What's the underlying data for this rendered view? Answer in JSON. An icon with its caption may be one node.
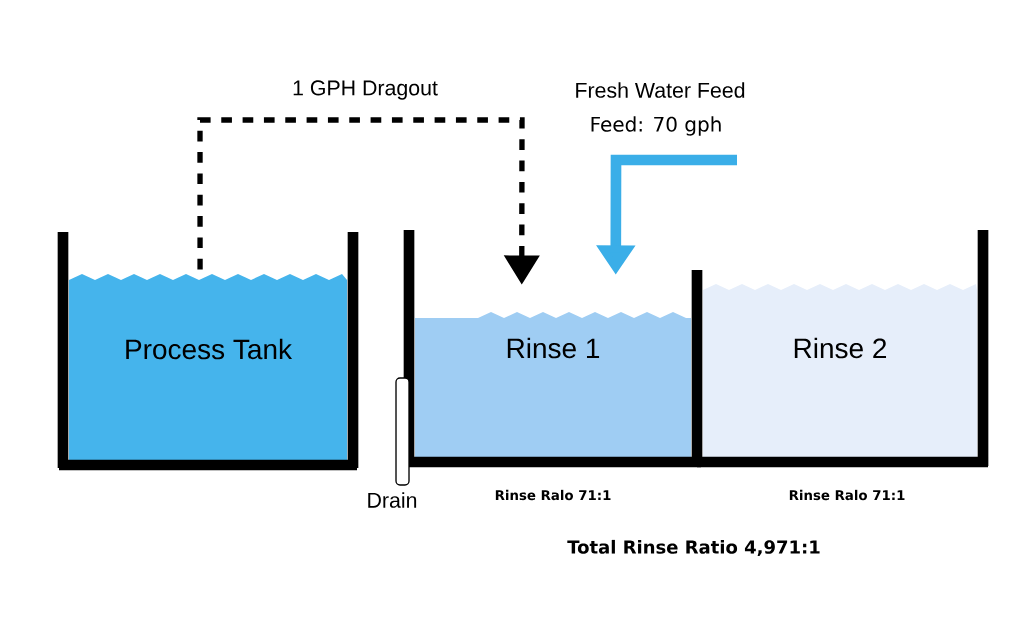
{
  "diagram": {
    "nodes": [
      {
        "text": [
          "Process Tank"
        ]
      },
      {
        "text": [
          "Rinse 1"
        ],
        "beside": [
          "Rinse Ralo 71:1"
        ]
      },
      {
        "text": [
          "Rinse 2"
        ],
        "beside": [
          "Rinse Ralo 71:1"
        ]
      },
      {
        "text": [
          "Drain"
        ]
      }
    ],
    "edges": [
      {
        "from": 0,
        "to": 1,
        "arrow": "to",
        "style": "dashed",
        "label": "1 GPH Dragout"
      },
      {
        "from": null,
        "to": 1,
        "arrow": "to",
        "style": "thick",
        "color": "#3aaee8"
      }
    ],
    "labels": [
      "Fresh Water Feed",
      "Feed: 70 gph",
      "Total Rinse Ratio 4,971:1"
    ]
  }
}
